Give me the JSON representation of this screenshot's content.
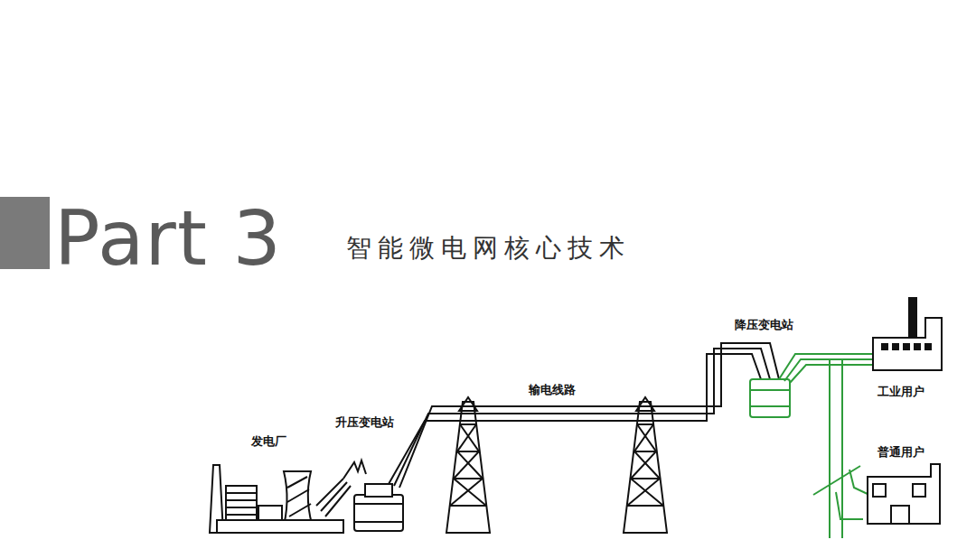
{
  "diagram": {
    "title": "Part 3",
    "labels": [
      "智能微电网核心技术",
      "发电厂",
      "升压变电站",
      "输电线路",
      "降压变电站",
      "工业用户",
      "普通用户"
    ]
  }
}
